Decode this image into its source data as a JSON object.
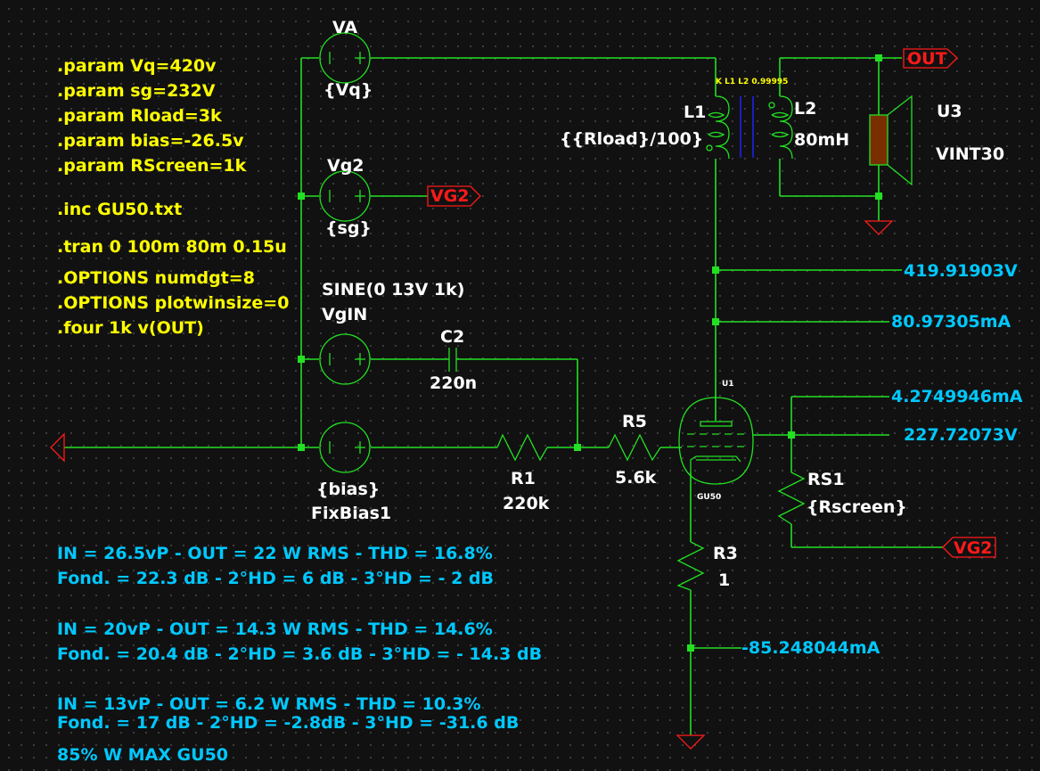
{
  "directives": [
    ".param Vq=420v",
    ".param sg=232V",
    ".param Rload=3k",
    ".param bias=-26.5v",
    ".param RScreen=1k",
    ".inc GU50.txt",
    ".tran 0 100m 80m 0.15u",
    ".OPTIONS numdgt=8",
    ".OPTIONS plotwinsize=0",
    ".four 1k v(OUT)"
  ],
  "components": {
    "VA": {
      "name": "VA",
      "value": "{Vq}"
    },
    "Vg2": {
      "name": "Vg2",
      "value": "{sg}"
    },
    "VgIN": {
      "name": "VgIN",
      "value": "SINE(0 13V 1k)"
    },
    "FixBias1": {
      "name": "FixBias1",
      "value": "{bias}"
    },
    "C2": {
      "name": "C2",
      "value": "220n"
    },
    "R1": {
      "name": "R1",
      "value": "220k"
    },
    "R5": {
      "name": "R5",
      "value": "5.6k"
    },
    "R3": {
      "name": "R3",
      "value": "1"
    },
    "RS1": {
      "name": "RS1",
      "value": "{Rscreen}"
    },
    "L1": {
      "name": "L1",
      "value": "{{Rload}/100}"
    },
    "L2": {
      "name": "L2",
      "value": "80mH"
    },
    "K": {
      "text": "K L1 L2 0.99995"
    },
    "U1": {
      "name": "U1",
      "model": "GU50"
    },
    "U3": {
      "name": "U3",
      "model": "VINT30"
    }
  },
  "net_labels": {
    "out": "OUT",
    "vg2_top": "VG2",
    "vg2_bottom": "VG2"
  },
  "probes": {
    "plate_voltage": "419.91903V",
    "plate_current": "80.97305mA",
    "screen_current": "4.2749946mA",
    "screen_voltage": "227.72073V",
    "cathode_current": "-85.248044mA"
  },
  "notes": [
    "IN = 26.5vP - OUT = 22 W RMS   -  THD = 16.8%",
    "Fond. = 22.3 dB - 2°HD = 6 dB - 3°HD = - 2 dB",
    "IN = 20vP - OUT = 14.3 W RMS   -  THD = 14.6%",
    "Fond. = 20.4 dB - 2°HD = 3.6 dB - 3°HD = - 14.3 dB",
    "IN = 13vP - OUT = 6.2 W RMS   -  THD = 10.3%",
    "Fond. = 17 dB - 2°HD = -2.8dB - 3°HD = -31.6 dB",
    "85% W MAX GU50"
  ],
  "colors": {
    "wire": "#22e022",
    "directive": "#ffff00",
    "probe": "#00c8ff",
    "net_label": "#ff1a1a",
    "background": "#111111",
    "speaker_body": "#7a2e00"
  }
}
